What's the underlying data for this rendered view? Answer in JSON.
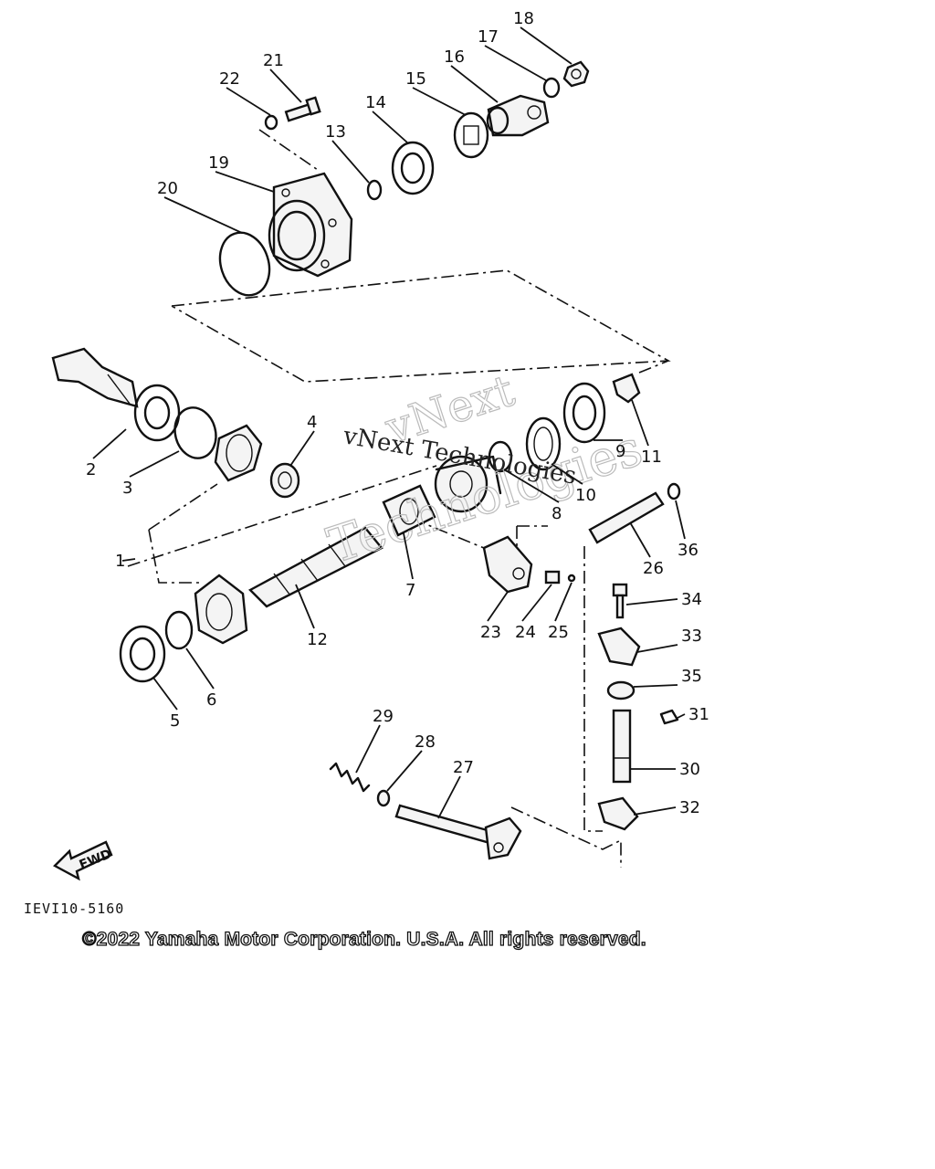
{
  "diagram": {
    "callouts": [
      "1",
      "2",
      "3",
      "4",
      "5",
      "6",
      "7",
      "8",
      "9",
      "10",
      "11",
      "12",
      "13",
      "14",
      "15",
      "16",
      "17",
      "18",
      "19",
      "20",
      "21",
      "22",
      "23",
      "24",
      "25",
      "26",
      "27",
      "28",
      "29",
      "30",
      "31",
      "32",
      "33",
      "34",
      "35",
      "36"
    ],
    "direction_label": "FWD",
    "figure_code": "IEVI10-5160",
    "watermark_lines": [
      "vNext",
      "Technologies",
      "vNext Technologies"
    ],
    "copyright": "©2022 Yamaha Motor Corporation. U.S.A. All rights reserved."
  }
}
